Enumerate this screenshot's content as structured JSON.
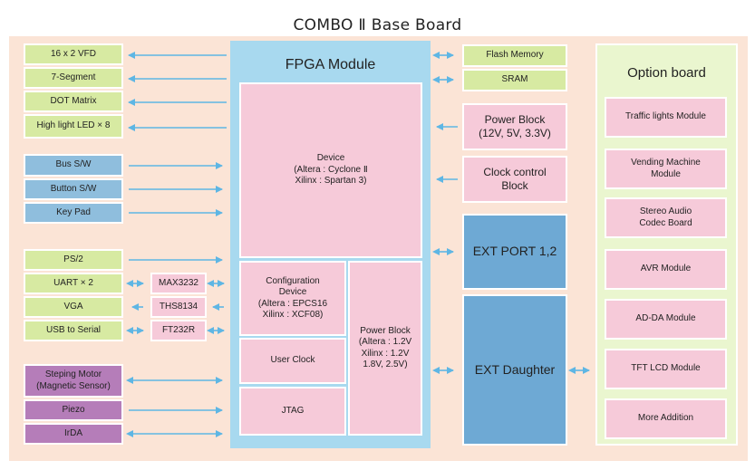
{
  "title": "COMBO Ⅱ Base Board",
  "fpga": {
    "title": "FPGA Module",
    "device": "Device\n(Altera : Cyclone Ⅱ\nXilinx : Spartan 3)",
    "config": "Configuration\nDevice\n(Altera : EPCS16\nXilinx : XCF08)",
    "user_clock": "User Clock",
    "jtag": "JTAG",
    "power": "Power Block\n(Altera : 1.2V\nXilinx : 1.2V\n1.8V, 2.5V)"
  },
  "left_outputs": [
    "16 x 2 VFD",
    "7-Segment",
    "DOT Matrix",
    "High light LED × 8"
  ],
  "left_inputs": [
    "Bus S/W",
    "Button S/W",
    "Key Pad"
  ],
  "left_comm": [
    "PS/2",
    "UART × 2",
    "VGA",
    "USB to Serial"
  ],
  "converters": [
    "MAX3232",
    "THS8134",
    "FT232R"
  ],
  "left_misc": [
    "Steping Motor\n(Magnetic Sensor)",
    "Piezo",
    "IrDA"
  ],
  "memory": [
    "Flash Memory",
    "SRAM"
  ],
  "power_block": "Power Block\n(12V, 5V, 3.3V)",
  "clock_block": "Clock control\nBlock",
  "ext_port": "EXT PORT 1,2",
  "ext_daughter": "EXT Daughter",
  "option": {
    "title": "Option board",
    "items": [
      "Traffic lights Module",
      "Vending Machine\nModule",
      "Stereo Audio\nCodec Board",
      "AVR Module",
      "AD-DA Module",
      "TFT LCD Module",
      "More Addition"
    ]
  }
}
